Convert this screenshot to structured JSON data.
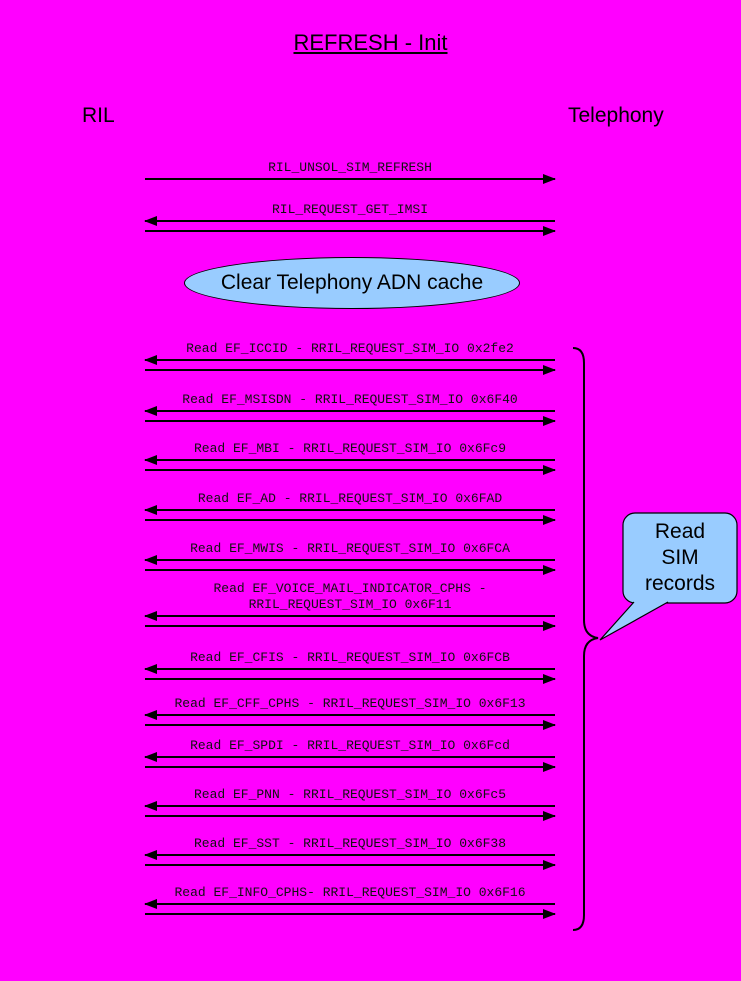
{
  "title": "REFRESH - Init",
  "actors": {
    "left": "RIL",
    "right": "Telephony"
  },
  "note": {
    "text": "Clear Telephony ADN cache"
  },
  "callout": {
    "text": "Read\nSIM\nrecords"
  },
  "colors": {
    "background": "#FF00FF",
    "shape_fill": "#99CCFF",
    "line": "#000000"
  },
  "messages": [
    {
      "label": "RIL_UNSOL_SIM_REFRESH",
      "arrows": [
        "right"
      ]
    },
    {
      "label": "RIL_REQUEST_GET_IMSI",
      "arrows": [
        "left",
        "right"
      ]
    },
    {
      "label": "Read EF_ICCID - RRIL_REQUEST_SIM_IO 0x2fe2",
      "arrows": [
        "left",
        "right"
      ]
    },
    {
      "label": "Read EF_MSISDN - RRIL_REQUEST_SIM_IO 0x6F40",
      "arrows": [
        "left",
        "right"
      ]
    },
    {
      "label": "Read EF_MBI - RRIL_REQUEST_SIM_IO 0x6Fc9",
      "arrows": [
        "left",
        "right"
      ]
    },
    {
      "label": "Read EF_AD - RRIL_REQUEST_SIM_IO 0x6FAD",
      "arrows": [
        "left",
        "right"
      ]
    },
    {
      "label": "Read EF_MWIS - RRIL_REQUEST_SIM_IO 0x6FCA",
      "arrows": [
        "left",
        "right"
      ]
    },
    {
      "label": "Read EF_VOICE_MAIL_INDICATOR_CPHS -\nRRIL_REQUEST_SIM_IO 0x6F11",
      "arrows": [
        "left",
        "right"
      ]
    },
    {
      "label": "Read EF_CFIS - RRIL_REQUEST_SIM_IO 0x6FCB",
      "arrows": [
        "left",
        "right"
      ]
    },
    {
      "label": "Read EF_CFF_CPHS - RRIL_REQUEST_SIM_IO 0x6F13",
      "arrows": [
        "left",
        "right"
      ]
    },
    {
      "label": "Read EF_SPDI - RRIL_REQUEST_SIM_IO 0x6Fcd",
      "arrows": [
        "left",
        "right"
      ]
    },
    {
      "label": "Read EF_PNN - RRIL_REQUEST_SIM_IO 0x6Fc5",
      "arrows": [
        "left",
        "right"
      ]
    },
    {
      "label": "Read EF_SST - RRIL_REQUEST_SIM_IO 0x6F38",
      "arrows": [
        "left",
        "right"
      ]
    },
    {
      "label": "Read EF_INFO_CPHS- RRIL_REQUEST_SIM_IO 0x6F16",
      "arrows": [
        "left",
        "right"
      ]
    }
  ]
}
